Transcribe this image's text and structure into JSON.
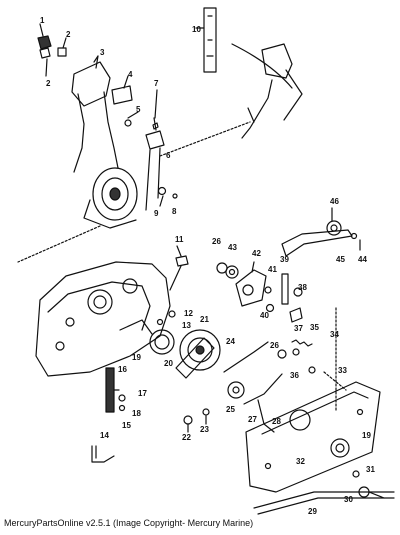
{
  "caption": "MercuryPartsOnline v2.5.1 (Image Copyright- Mercury Marine)",
  "callouts": [
    "1",
    "2",
    "2",
    "3",
    "4",
    "5",
    "6",
    "7",
    "8",
    "9",
    "10",
    "11",
    "12",
    "13",
    "14",
    "15",
    "16",
    "17",
    "18",
    "19",
    "19",
    "20",
    "21",
    "22",
    "23",
    "24",
    "25",
    "26",
    "26",
    "27",
    "28",
    "29",
    "30",
    "31",
    "32",
    "33",
    "34",
    "35",
    "36",
    "37",
    "38",
    "39",
    "40",
    "41",
    "42",
    "43",
    "44",
    "45",
    "46"
  ],
  "colors": {
    "ink": "#111111",
    "paper": "#ffffff"
  }
}
